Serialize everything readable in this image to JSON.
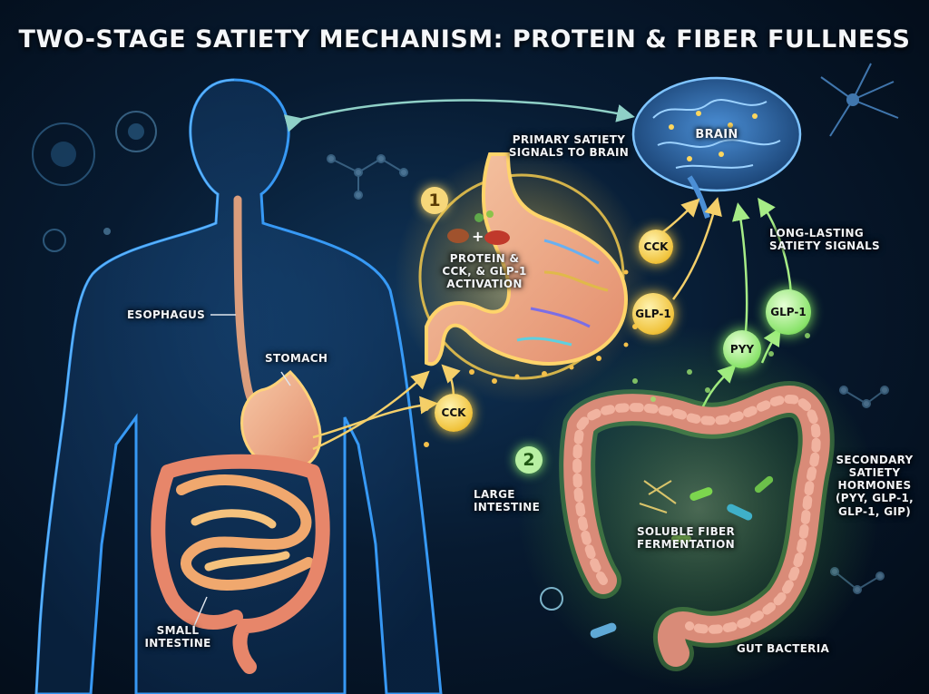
{
  "title": "TWO-STAGE SATIETY MECHANISM: PROTEIN & FIBER FULLNESS",
  "labels": {
    "brain": "BRAIN",
    "primary_signals": "PRIMARY SATIETY SIGNALS TO BRAIN",
    "long_lasting": "LONG-LASTING SATIETY SIGNALS",
    "esophagus": "ESOPHAGUS",
    "stomach": "STOMACH",
    "small_intestine": "SMALL INTESTINE",
    "large_intestine": "LARGE INTESTINE",
    "fermentation": "SOLUBLE FIBER FERMENTATION",
    "secondary": "SECONDARY SATIETY HORMONES (PYY, GLP-1, GLP-1, GIP)",
    "gut_bacteria": "GUT BACTERIA",
    "activation": "PROTEIN & CCK, & GLP-1 ACTIVATION"
  },
  "stages": {
    "one": "1",
    "two": "2"
  },
  "hormones": {
    "cck_top": "CCK",
    "glp1_top": "GLP-1",
    "cck_low": "CCK",
    "pyy": "PYY",
    "glp1_green": "GLP-1"
  },
  "colors": {
    "stage1_glow": "#ffd75e",
    "stage2_glow": "#86f060",
    "body_glow": "#2f8fe0",
    "organ": "#e79a7e"
  }
}
